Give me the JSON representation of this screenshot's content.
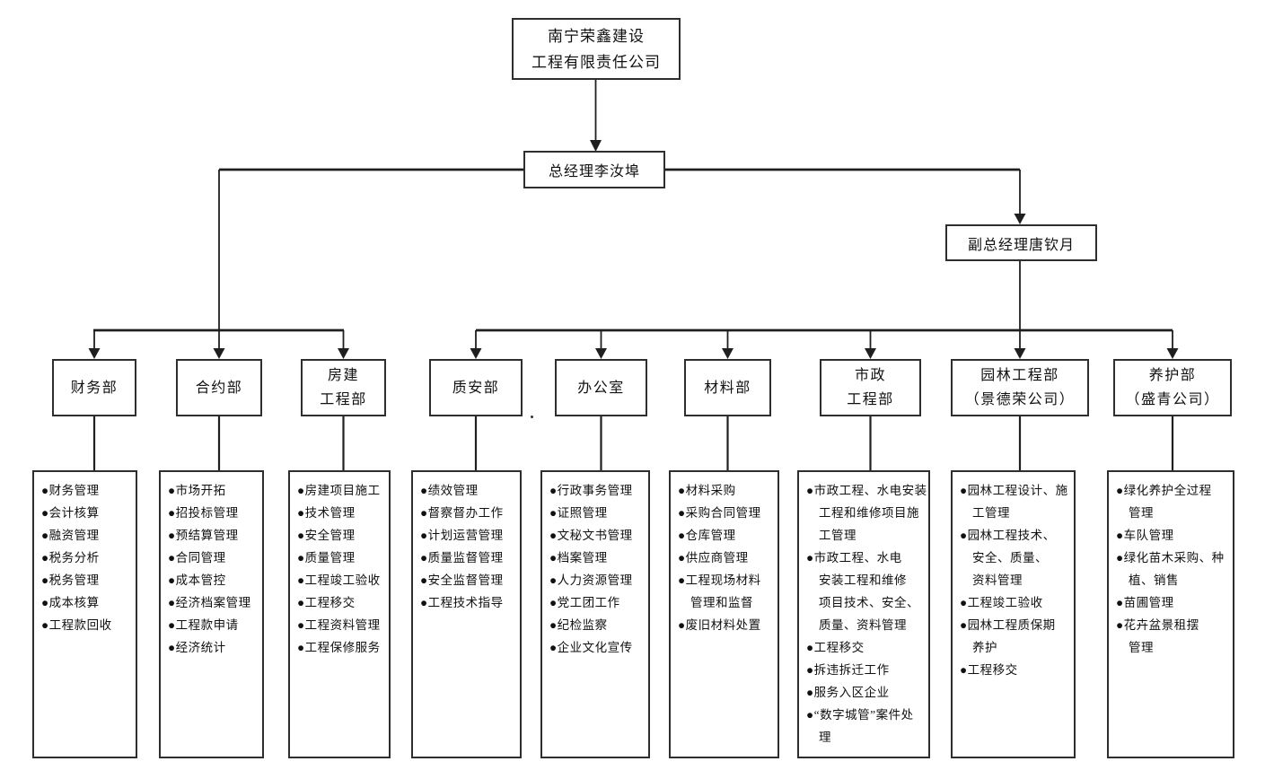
{
  "company": {
    "name": "南宁荣鑫建设\n工程有限责任公司"
  },
  "general_manager": {
    "label": "总经理李汝埠"
  },
  "deputy_general_manager": {
    "label": "副总经理唐钦月"
  },
  "departments": [
    {
      "name": "财务部",
      "duties": [
        "财务管理",
        "会计核算",
        "融资管理",
        "税务分析",
        "税务管理",
        "成本核算",
        "工程款回收"
      ]
    },
    {
      "name": "合约部",
      "duties": [
        "市场开拓",
        "招投标管理",
        "预结算管理",
        "合同管理",
        "成本管控",
        "经济档案管理",
        "工程款申请",
        "经济统计"
      ]
    },
    {
      "name": "房建\n工程部",
      "duties": [
        "房建项目施工",
        "技术管理",
        "安全管理",
        "质量管理",
        "工程竣工验收",
        "工程移交",
        "工程资料管理",
        "工程保修服务"
      ]
    },
    {
      "name": "质安部",
      "duties": [
        "绩效管理",
        "督察督办工作",
        "计划运营管理",
        "质量监督管理",
        "安全监督管理",
        "工程技术指导"
      ]
    },
    {
      "name": "办公室",
      "duties": [
        "行政事务管理",
        "证照管理",
        "文秘文书管理",
        "档案管理",
        "人力资源管理",
        "党工团工作",
        "纪检监察",
        "企业文化宣传"
      ]
    },
    {
      "name": "材料部",
      "duties": [
        "材料采购",
        "采购合同管理",
        "仓库管理",
        "供应商管理",
        "工程现场材料\n管理和监督",
        "废旧材料处置"
      ]
    },
    {
      "name": "市政\n工程部",
      "duties": [
        "市政工程、水电安装\n工程和维修项目施\n工管理",
        "市政工程、水电\n安装工程和维修\n项目技术、安全、\n质量、资料管理",
        "工程移交",
        "拆违拆迁工作",
        "服务入区企业",
        "“数字城管”案件处\n理"
      ]
    },
    {
      "name": "园林工程部\n（景德荣公司）",
      "duties": [
        "园林工程设计、施\n工管理",
        "园林工程技术、\n安全、质量、\n资料管理",
        "工程竣工验收",
        "园林工程质保期\n养护",
        "工程移交"
      ]
    },
    {
      "name": "养护部\n（盛青公司）",
      "duties": [
        "绿化养护全过程\n管理",
        "车队管理",
        "绿化苗木采购、种\n植、销售",
        "苗圃管理",
        "花卉盆景租摆\n管理"
      ]
    }
  ],
  "colors": {
    "background": "#ffffff",
    "line": "#1f1f1f",
    "text": "#111111"
  }
}
